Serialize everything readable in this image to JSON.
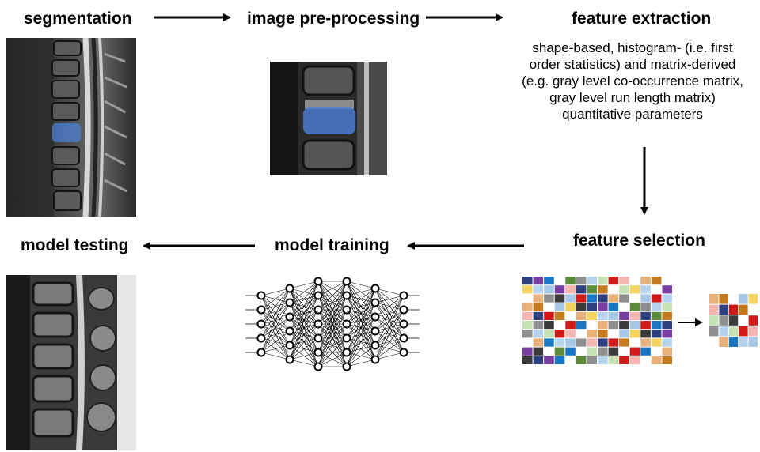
{
  "steps": {
    "segmentation": "segmentation",
    "preprocessing": "image pre-processing",
    "extraction": "feature extraction",
    "selection": "feature selection",
    "training": "model training",
    "testing": "model testing"
  },
  "extraction_description": [
    "shape-based, histogram- (i.e. first",
    "order statistics) and matrix-derived",
    "(e.g. gray level co-occurrence matrix,",
    "gray level run length matrix)",
    "quantitative parameters"
  ],
  "neural_network": {
    "layers": [
      5,
      6,
      7,
      7,
      6,
      5
    ]
  },
  "feature_matrix": {
    "palette": [
      "#2e3f7f",
      "#c6e2b4",
      "#a8c8e8",
      "#5b8b3a",
      "#e8b07a",
      "#7a3ea0",
      "#d01a1a",
      "#f4d460",
      "#8f8f8f",
      "#c47a1e",
      "#1a77c4",
      "#f5b5b0",
      "#3b3b3b",
      "#b5d3ee"
    ],
    "full_rows": 10,
    "full_cols": 14,
    "selected_rows": 5,
    "selected_cols": 5
  },
  "colors": {
    "segmentation_overlay": "#4d7fd9"
  }
}
